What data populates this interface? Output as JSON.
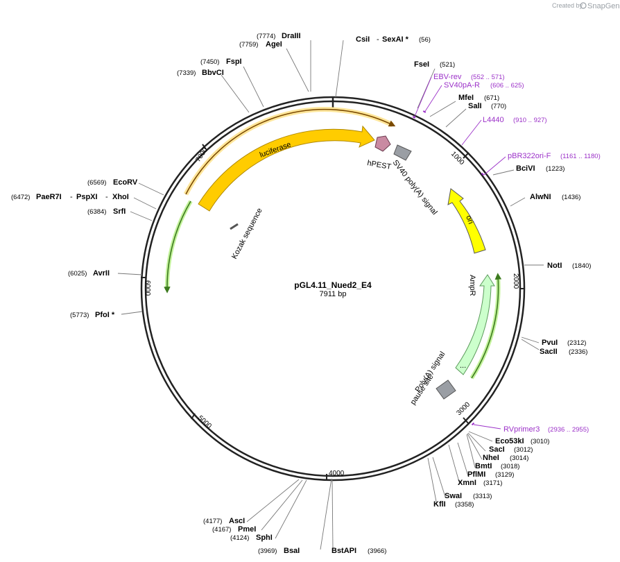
{
  "credit": {
    "created_by": "Created by",
    "brand": "SnapGene"
  },
  "plasmid": {
    "name": "pGL4.11_Nued2_E4",
    "length": "7911 bp"
  },
  "ticks": [
    {
      "pos": 1000,
      "label": "1000"
    },
    {
      "pos": 2000,
      "label": "2000"
    },
    {
      "pos": 3000,
      "label": "3000"
    },
    {
      "pos": 4000,
      "label": "4000"
    },
    {
      "pos": 5000,
      "label": "5000"
    },
    {
      "pos": 6000,
      "label": "6000"
    },
    {
      "pos": 7000,
      "label": "7000"
    }
  ],
  "sites": [
    {
      "name": "DraIII",
      "pos": "(7774)",
      "side": "left"
    },
    {
      "name": "AgeI",
      "pos": "(7759)",
      "side": "left"
    },
    {
      "name": "CsiI",
      "name2": "SexAI *",
      "pos": "(56)",
      "side": "right"
    },
    {
      "name": "FspI",
      "pos": "(7450)",
      "side": "left"
    },
    {
      "name": "BbvCI",
      "pos": "(7339)",
      "side": "left"
    },
    {
      "name": "FseI",
      "pos": "(521)",
      "side": "right"
    },
    {
      "name": "MfeI",
      "pos": "(671)",
      "side": "right"
    },
    {
      "name": "SalI",
      "pos": "(770)",
      "side": "right"
    },
    {
      "name": "BciVI",
      "pos": "(1223)",
      "side": "right"
    },
    {
      "name": "AlwNI",
      "pos": "(1436)",
      "side": "right"
    },
    {
      "name": "NotI",
      "pos": "(1840)",
      "side": "right"
    },
    {
      "name": "PvuI",
      "pos": "(2312)",
      "side": "right"
    },
    {
      "name": "SacII",
      "pos": "(2336)",
      "side": "right"
    },
    {
      "name": "Eco53kI",
      "pos": "(3010)",
      "side": "right"
    },
    {
      "name": "SacI",
      "pos": "(3012)",
      "side": "right"
    },
    {
      "name": "NheI",
      "pos": "(3014)",
      "side": "right"
    },
    {
      "name": "BmtI",
      "pos": "(3018)",
      "side": "right"
    },
    {
      "name": "PflMI",
      "pos": "(3129)",
      "side": "right"
    },
    {
      "name": "XmnI",
      "pos": "(3171)",
      "side": "right"
    },
    {
      "name": "SwaI",
      "pos": "(3313)",
      "side": "right"
    },
    {
      "name": "KflI",
      "pos": "(3358)",
      "side": "right"
    },
    {
      "name": "BstAPI",
      "pos": "(3966)",
      "side": "right"
    },
    {
      "name": "BsaI",
      "pos": "(3969)",
      "side": "left"
    },
    {
      "name": "SphI",
      "pos": "(4124)",
      "side": "left"
    },
    {
      "name": "PmeI",
      "pos": "(4167)",
      "side": "left"
    },
    {
      "name": "AscI",
      "pos": "(4177)",
      "side": "left"
    },
    {
      "name": "PfoI *",
      "pos": "(5773)",
      "side": "left"
    },
    {
      "name": "AvrII",
      "pos": "(6025)",
      "side": "left"
    },
    {
      "name": "SrfI",
      "pos": "(6384)",
      "side": "left"
    },
    {
      "name": "PaeR7I",
      "name2": "PspXI",
      "name3": "XhoI",
      "pos": "(6472)",
      "side": "left"
    },
    {
      "name": "EcoRV",
      "pos": "(6569)",
      "side": "left"
    }
  ],
  "primers": [
    {
      "name": "EBV-rev",
      "range": "(552 .. 571)"
    },
    {
      "name": "SV40pA-R",
      "range": "(606 .. 625)"
    },
    {
      "name": "L4440",
      "range": "(910 .. 927)"
    },
    {
      "name": "pBR322ori-F",
      "range": "(1161 .. 1180)"
    },
    {
      "name": "RVprimer3",
      "range": "(2936 .. 2955)"
    }
  ],
  "features": {
    "luciferase": "luciferase",
    "hpest": "hPEST",
    "sv40": "SV40 poly(A) signal",
    "ori": "ori",
    "ampr": "AmpR",
    "polya1": "Poly(A) signal",
    "polya2": "pause site",
    "kozak": "Kozak sequence"
  },
  "colors": {
    "backbone": "#222222",
    "luciferase": "#ffcc00",
    "luciferase_stroke": "#b08800",
    "ori": "#ffff00",
    "ampr": "#ccffcc",
    "ampr_stroke": "#5a9a5a",
    "hpest": "#c98aa2",
    "sv40": "#9a9ea4",
    "orf_line": "#3c7a1e",
    "orf_glow": "#b9f08a",
    "primer": "#9b30c8"
  }
}
